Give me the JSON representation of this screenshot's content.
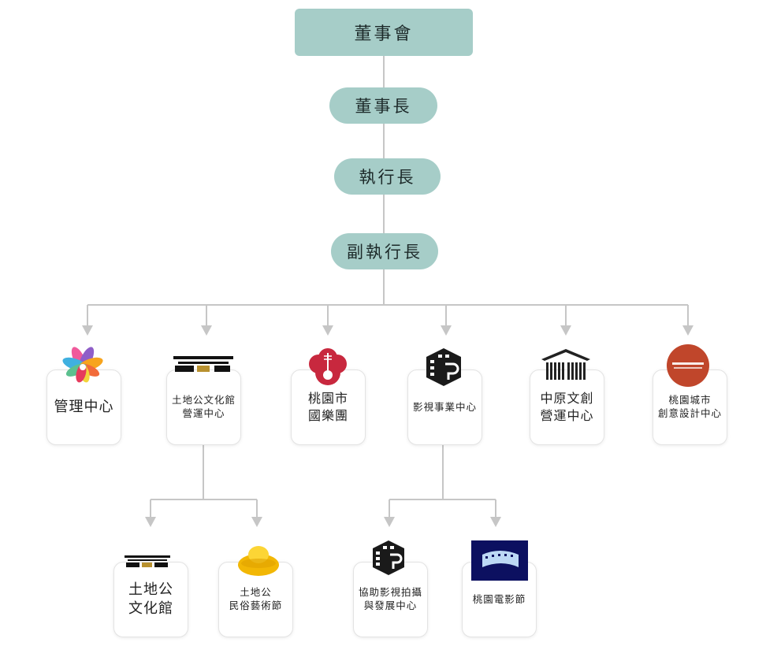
{
  "board": "董事會",
  "chairman": "董事長",
  "ceo": "執行長",
  "deputy_ceo": "副執行長",
  "units": [
    {
      "line1": "管理中心",
      "line2": ""
    },
    {
      "line1": "土地公文化館",
      "line2": "營運中心"
    },
    {
      "line1": "桃園市",
      "line2": "國樂團"
    },
    {
      "line1": "影視事業中心",
      "line2": ""
    },
    {
      "line1": "中原文創",
      "line2": "營運中心"
    },
    {
      "line1": "桃園城市",
      "line2": "創意設計中心"
    }
  ],
  "subunits": [
    {
      "line1": "土地公",
      "line2": "文化館"
    },
    {
      "line1": "土地公",
      "line2": "民俗藝術節"
    },
    {
      "line1": "協助影視拍攝",
      "line2": "與發展中心"
    },
    {
      "line1": "桃園電影節",
      "line2": ""
    }
  ],
  "colors": {
    "pill": "#a6cdc8",
    "connector": "#c4c4c4",
    "card_border": "#e3e3e3"
  }
}
